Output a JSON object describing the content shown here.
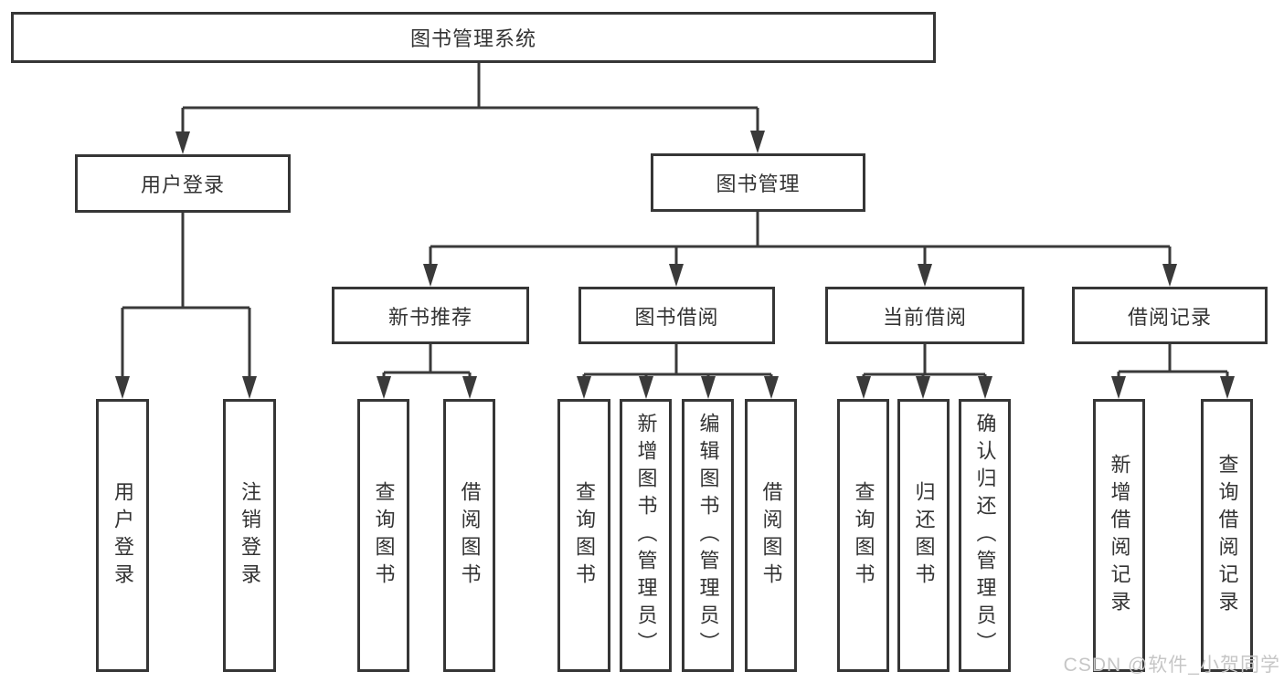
{
  "tree": {
    "root": {
      "label": "图书管理系统"
    },
    "level2": [
      {
        "label": "用户登录"
      },
      {
        "label": "图书管理"
      }
    ],
    "level3": [
      {
        "label": "新书推荐"
      },
      {
        "label": "图书借阅"
      },
      {
        "label": "当前借阅"
      },
      {
        "label": "借阅记录"
      }
    ],
    "leaves": {
      "login": [
        "用户登录",
        "注销登录"
      ],
      "recommend": [
        "查询图书",
        "借阅图书"
      ],
      "borrow": [
        "查询图书",
        "新增图书（管理员）",
        "编辑图书（管理员）",
        "借阅图书"
      ],
      "current": [
        "查询图书",
        "归还图书",
        "确认归还（管理员）"
      ],
      "records": [
        "新增借阅记录",
        "查询借阅记录"
      ]
    }
  },
  "watermark": {
    "text": "CSDN @软件_小贺同学"
  },
  "colors": {
    "line": "#3a3a3a",
    "border": "#363636",
    "text": "#333333",
    "fill": "#ffffff",
    "watermark": "#c6c6c6",
    "background": "#ffffff"
  }
}
